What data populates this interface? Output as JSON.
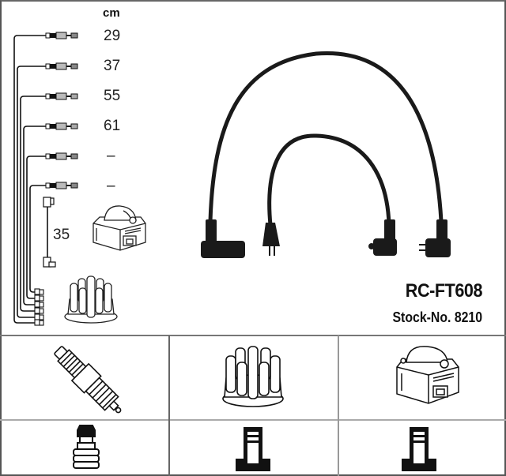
{
  "header": {
    "unit_label": "cm"
  },
  "product": {
    "code": "RC-FT608",
    "stock_number": "Stock-No. 8210"
  },
  "cables": [
    {
      "length": "29"
    },
    {
      "length": "37"
    },
    {
      "length": "55"
    },
    {
      "length": "61"
    },
    {
      "length": "–"
    },
    {
      "length": "–"
    }
  ],
  "coil_lead": {
    "length": "35"
  },
  "grid": {
    "top_row": [
      "spark-plug-icon",
      "distributor-cap-icon",
      "ignition-coil-icon"
    ],
    "bottom_row": [
      "plug-terminal-connector-icon",
      "distributor-terminal-icon",
      "coil-terminal-icon"
    ]
  },
  "colors": {
    "line": "#111111",
    "frame": "#666666",
    "background": "#ffffff"
  }
}
